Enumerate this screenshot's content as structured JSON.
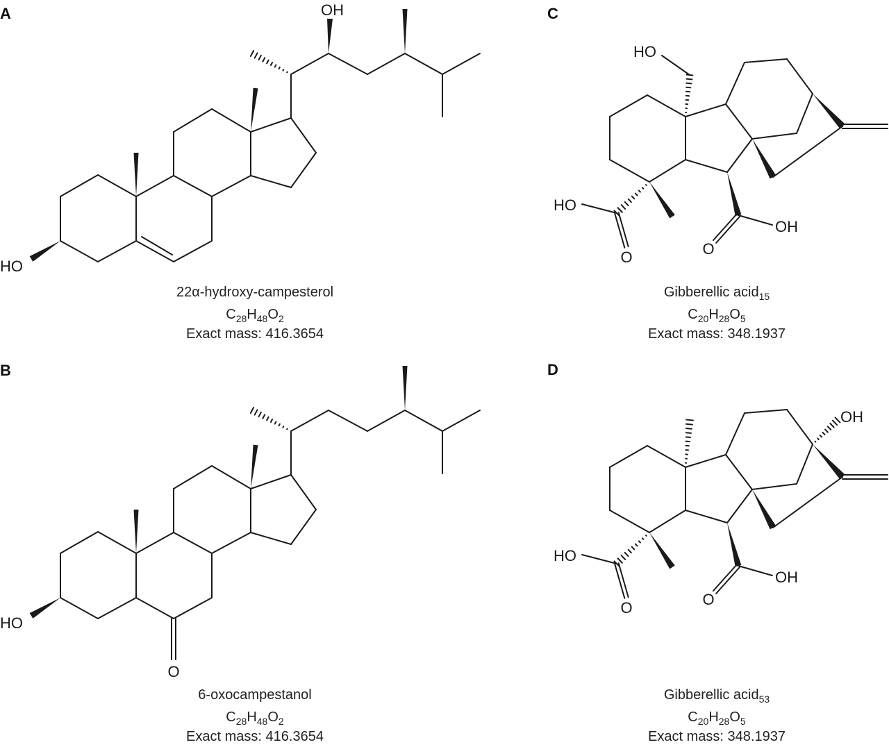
{
  "panels": [
    {
      "label": "A",
      "name": "22α-hydroxy-campesterol",
      "name_sub": "",
      "formula": [
        "C",
        "28",
        "H",
        "48",
        "O",
        "2"
      ],
      "mass": "Exact mass: 416.3654",
      "atoms": {
        "ho": "HO",
        "oh": "OH"
      }
    },
    {
      "label": "B",
      "name": "6-oxocampestanol",
      "name_sub": "",
      "formula": [
        "C",
        "28",
        "H",
        "48",
        "O",
        "2"
      ],
      "mass": "Exact mass: 416.3654",
      "atoms": {
        "ho": "HO",
        "o": "O"
      }
    },
    {
      "label": "C",
      "name": "Gibberellic acid",
      "name_sub": "15",
      "formula": [
        "C",
        "20",
        "H",
        "28",
        "O",
        "5"
      ],
      "mass": "Exact mass: 348.1937",
      "atoms": {
        "ho_top": "HO",
        "ho": "HO",
        "o1": "O",
        "o2": "O",
        "oh": "OH"
      }
    },
    {
      "label": "D",
      "name": "Gibberellic acid",
      "name_sub": "53",
      "formula": [
        "C",
        "20",
        "H",
        "28",
        "O",
        "5"
      ],
      "mass": "Exact mass: 348.1937",
      "atoms": {
        "oh_top": "OH",
        "ho": "HO",
        "o1": "O",
        "o2": "O",
        "oh": "OH"
      }
    }
  ]
}
